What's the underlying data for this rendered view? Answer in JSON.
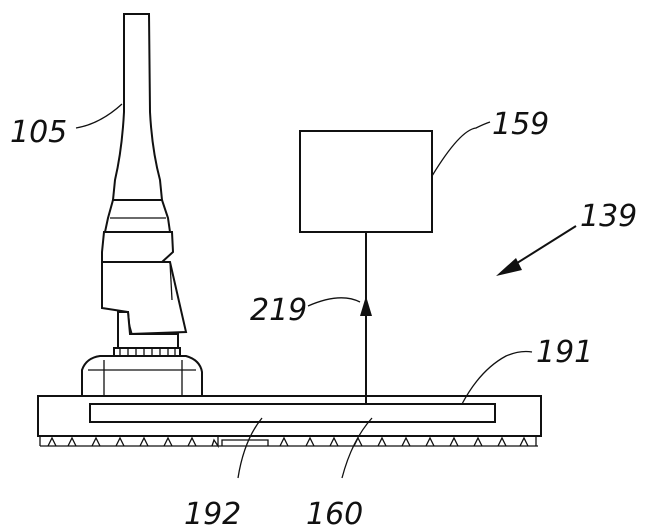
{
  "figure": {
    "labels": {
      "l105": "105",
      "l159": "159",
      "l139": "139",
      "l219": "219",
      "l191": "191",
      "l192": "192",
      "l160": "160"
    },
    "colors": {
      "ink": "#111111",
      "paper": "#ffffff"
    }
  }
}
